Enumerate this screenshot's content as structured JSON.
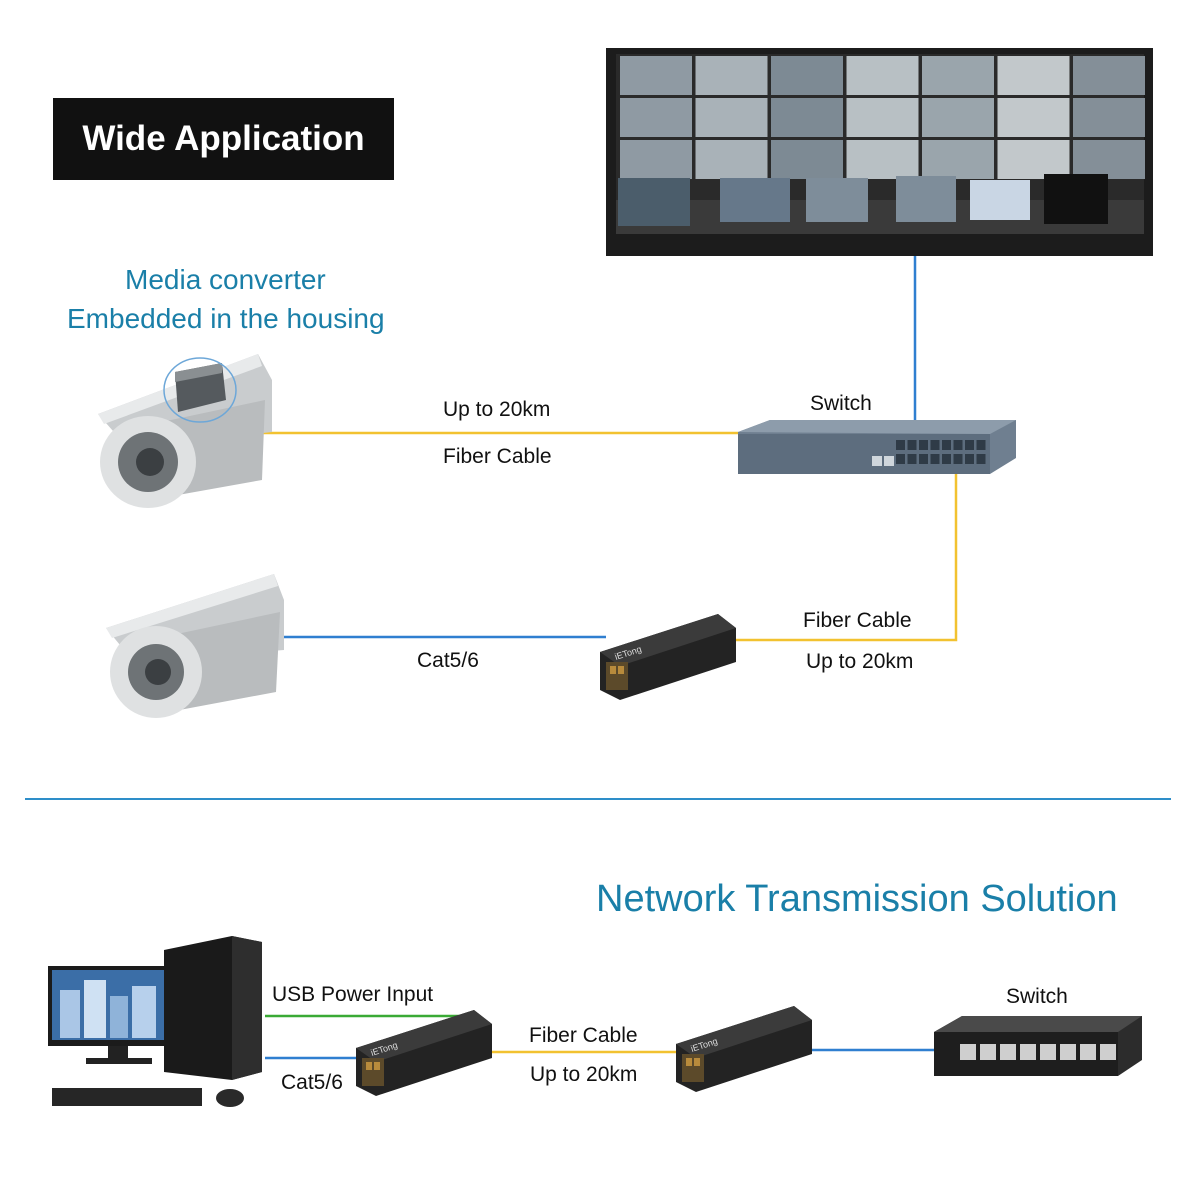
{
  "title": "Wide Application",
  "top_diagram": {
    "callout_line1": "Media converter",
    "callout_line2": "Embedded in the housing",
    "link1_top": "Up to 20km",
    "link1_bottom": "Fiber Cable",
    "switch_label": "Switch",
    "link2_copper": "Cat5/6",
    "link2_fiber_top": "Fiber Cable",
    "link2_fiber_bottom": "Up to 20km",
    "converter_brand": "iETong"
  },
  "bottom_diagram": {
    "title": "Network Transmission Solution",
    "power_label": "USB Power Input",
    "copper_label": "Cat5/6",
    "fiber_top": "Fiber Cable",
    "fiber_bottom": "Up to 20km",
    "switch_label": "Switch",
    "converter_brand": "iETong"
  },
  "colors": {
    "fiber": "#f2c230",
    "copper": "#2f7fd0",
    "power": "#3aaa35",
    "accent_text": "#1a7fa8",
    "divider": "#2e8ec9"
  }
}
